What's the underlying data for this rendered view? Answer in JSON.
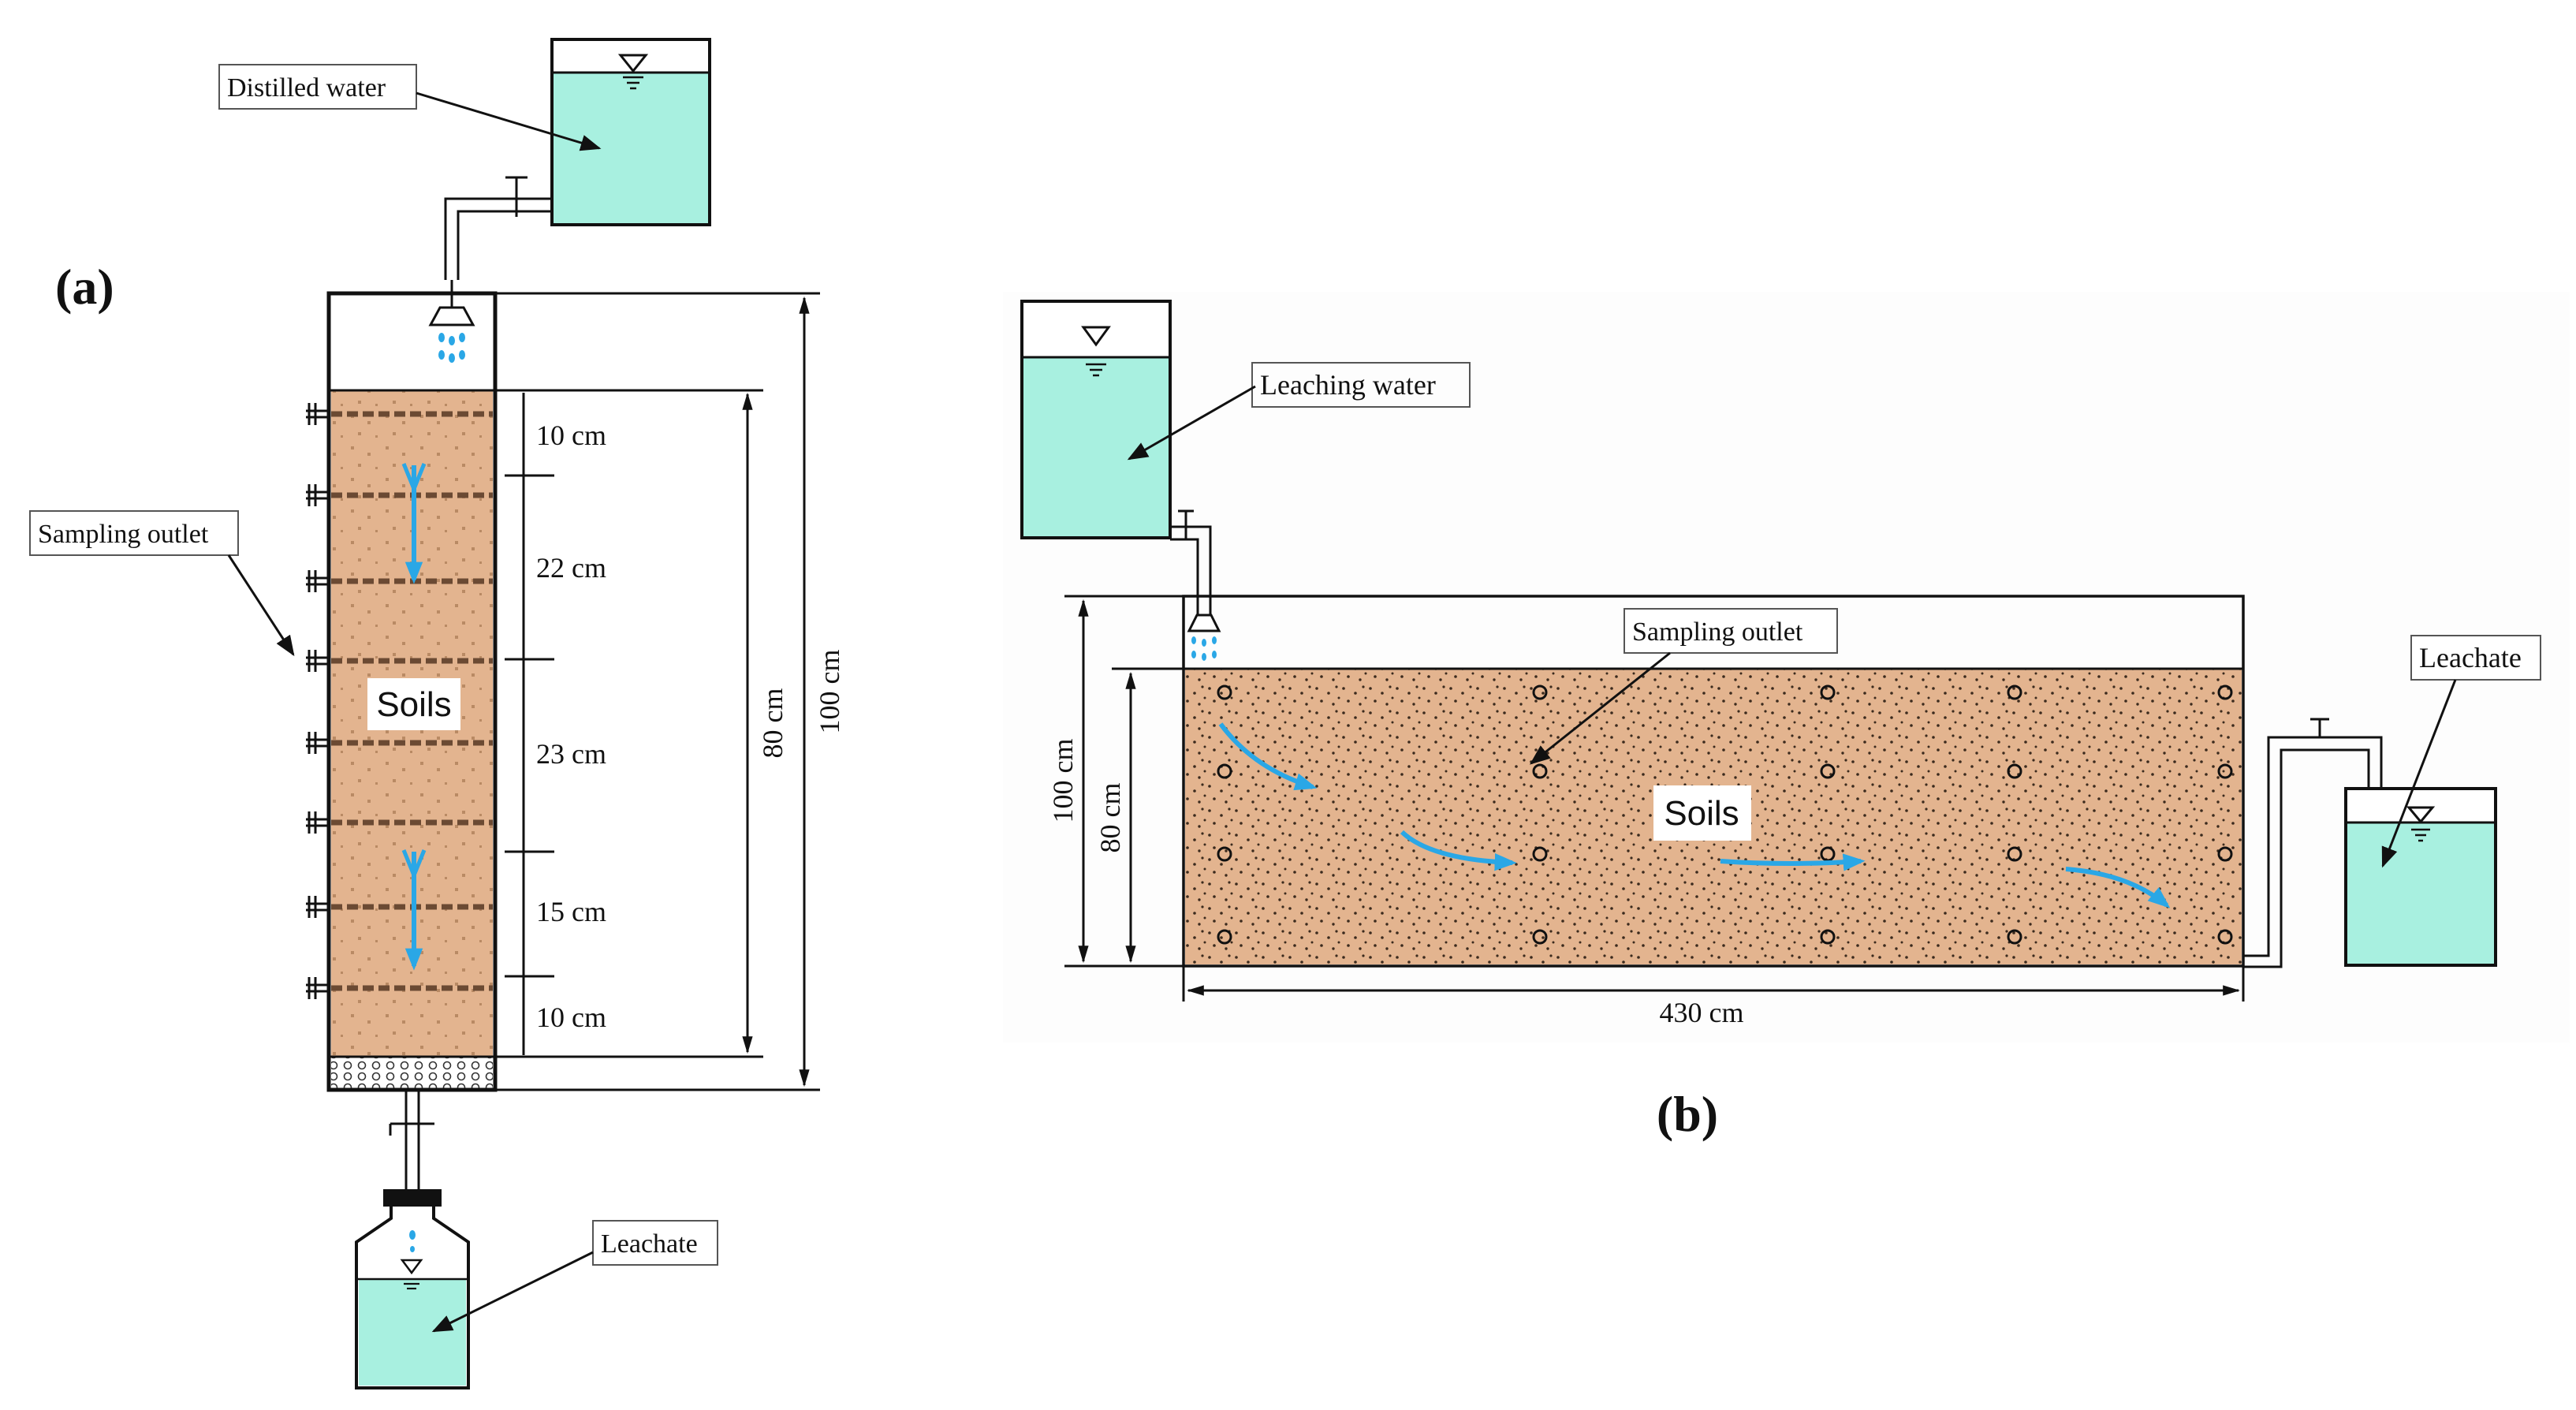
{
  "colors": {
    "soil": "#e3b48f",
    "soil_dot": "#3b2a1d",
    "water": "#a8f0e0",
    "flow_arrow": "#2aa7e6",
    "line": "#111111",
    "label_border": "#555555"
  },
  "panel_a": {
    "panel_label": "(a)",
    "distilled_water_label": "Distilled water",
    "sampling_outlet_label": "Sampling outlet",
    "soils_label": "Soils",
    "leachate_label": "Leachate",
    "segments": [
      "10 cm",
      "22 cm",
      "23 cm",
      "15 cm",
      "10 cm"
    ],
    "soil_depth_label": "80 cm",
    "column_height_label": "100 cm"
  },
  "panel_b": {
    "panel_label": "(b)",
    "leaching_water_label": "Leaching water",
    "sampling_outlet_label": "Sampling outlet",
    "soils_label": "Soils",
    "leachate_label": "Leachate",
    "total_height_label": "100 cm",
    "soil_height_label": "80 cm",
    "length_label": "430 cm"
  }
}
